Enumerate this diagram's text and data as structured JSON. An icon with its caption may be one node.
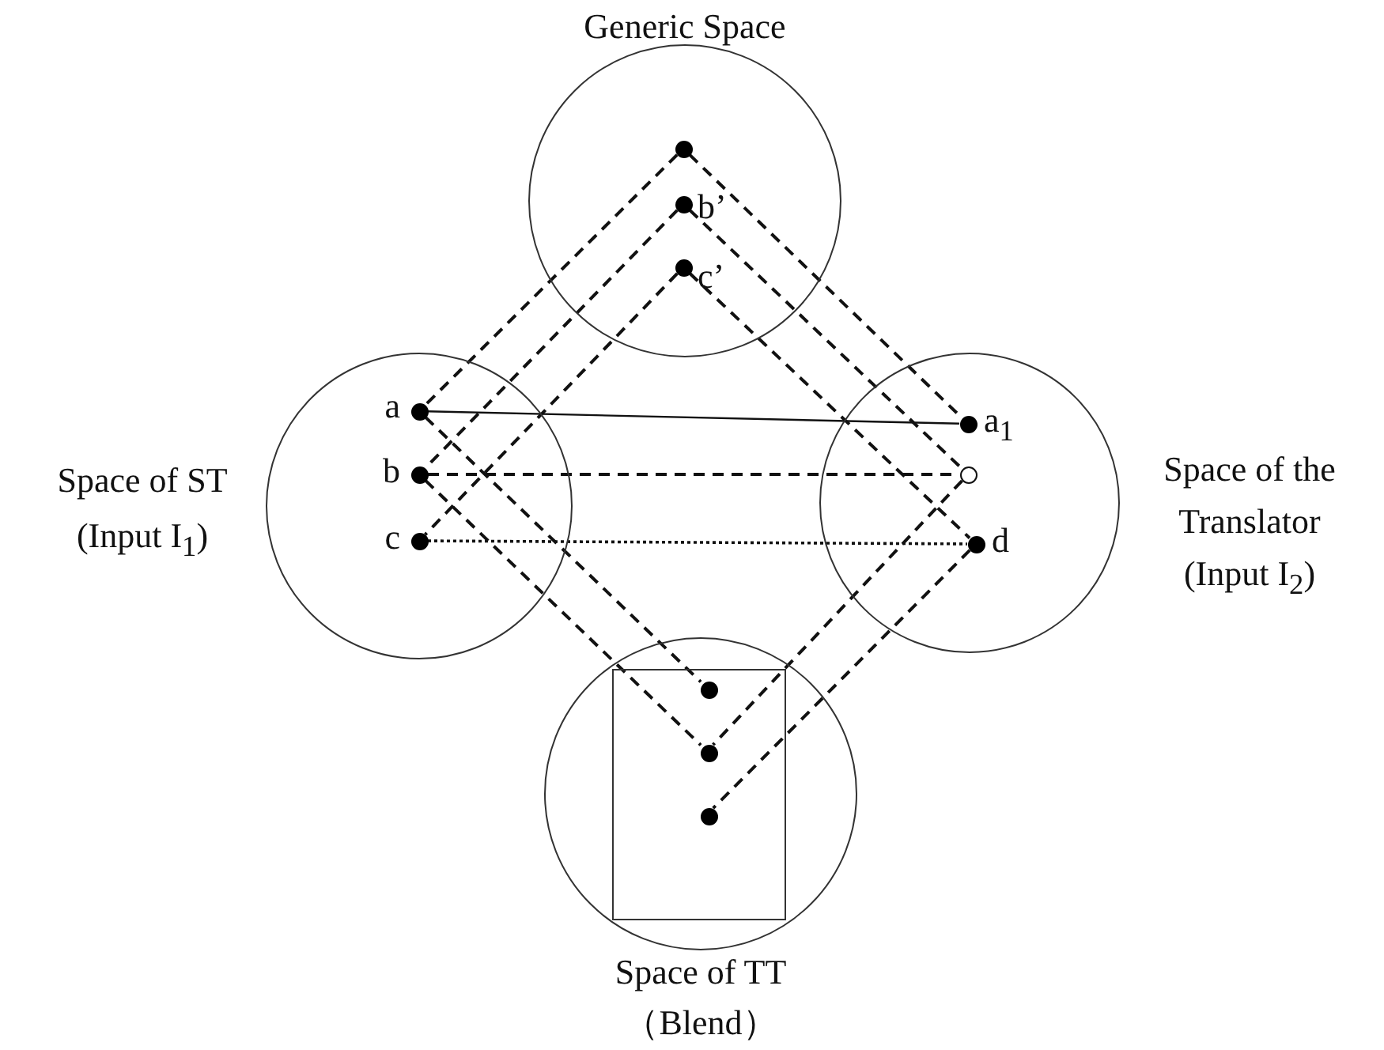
{
  "diagram": {
    "nodes": [
      {
        "text": [
          "Generic Space"
        ]
      },
      {
        "text": [],
        "shape": "circle",
        "in": 0
      },
      {
        "text": [],
        "shape": "circle",
        "in": 0,
        "beside": [
          "b’"
        ]
      },
      {
        "text": [],
        "shape": "circle",
        "in": 0,
        "beside": [
          "c’"
        ]
      },
      {
        "text": [
          "Space of ST",
          "(Input I$_{1}$)"
        ]
      },
      {
        "text": [],
        "shape": "circle",
        "in": 4,
        "beside": [
          "a"
        ]
      },
      {
        "text": [],
        "shape": "circle",
        "in": 4,
        "beside": [
          "b"
        ]
      },
      {
        "text": [],
        "shape": "circle",
        "in": 4,
        "beside": [
          "c"
        ]
      },
      {
        "text": [
          "Space of the Translator",
          "(Input I$_{2}$)"
        ]
      },
      {
        "text": [],
        "shape": "circle",
        "in": 8,
        "beside": [
          "a$_{1}$"
        ]
      },
      {
        "text": [],
        "shape": "circle",
        "in": 8
      },
      {
        "text": [],
        "shape": "circle",
        "in": 8,
        "beside": [
          "d"
        ]
      },
      {
        "text": [
          "Space of TT",
          "（Blend）"
        ]
      },
      {
        "text": [],
        "shape": "box",
        "in": 12
      },
      {
        "text": [],
        "shape": "circle",
        "in": 13
      },
      {
        "text": [],
        "shape": "circle",
        "in": 13
      },
      {
        "text": [],
        "shape": "circle",
        "in": 13
      }
    ],
    "edges": [
      {
        "from": 1,
        "to": 5,
        "arrow": "none",
        "style": "dashed"
      },
      {
        "from": 1,
        "to": 9,
        "arrow": "none",
        "style": "dashed"
      },
      {
        "from": 2,
        "to": 6,
        "arrow": "none",
        "style": "dashed"
      },
      {
        "from": 2,
        "to": 10,
        "arrow": "none",
        "style": "dashed"
      },
      {
        "from": 3,
        "to": 7,
        "arrow": "none",
        "style": "dashed"
      },
      {
        "from": 3,
        "to": 11,
        "arrow": "none",
        "style": "dashed"
      },
      {
        "from": 5,
        "to": 9,
        "arrow": "none"
      },
      {
        "from": 6,
        "to": 10,
        "arrow": "none",
        "style": "dashed"
      },
      {
        "from": 7,
        "to": 11,
        "arrow": "none",
        "style": "dashed"
      },
      {
        "from": 5,
        "to": 14,
        "arrow": "none",
        "style": "dashed"
      },
      {
        "from": 6,
        "to": 15,
        "arrow": "none",
        "style": "dashed"
      },
      {
        "from": 10,
        "to": 15,
        "arrow": "none",
        "style": "dashed"
      },
      {
        "from": 11,
        "to": 16,
        "arrow": "none",
        "style": "dashed"
      }
    ]
  }
}
